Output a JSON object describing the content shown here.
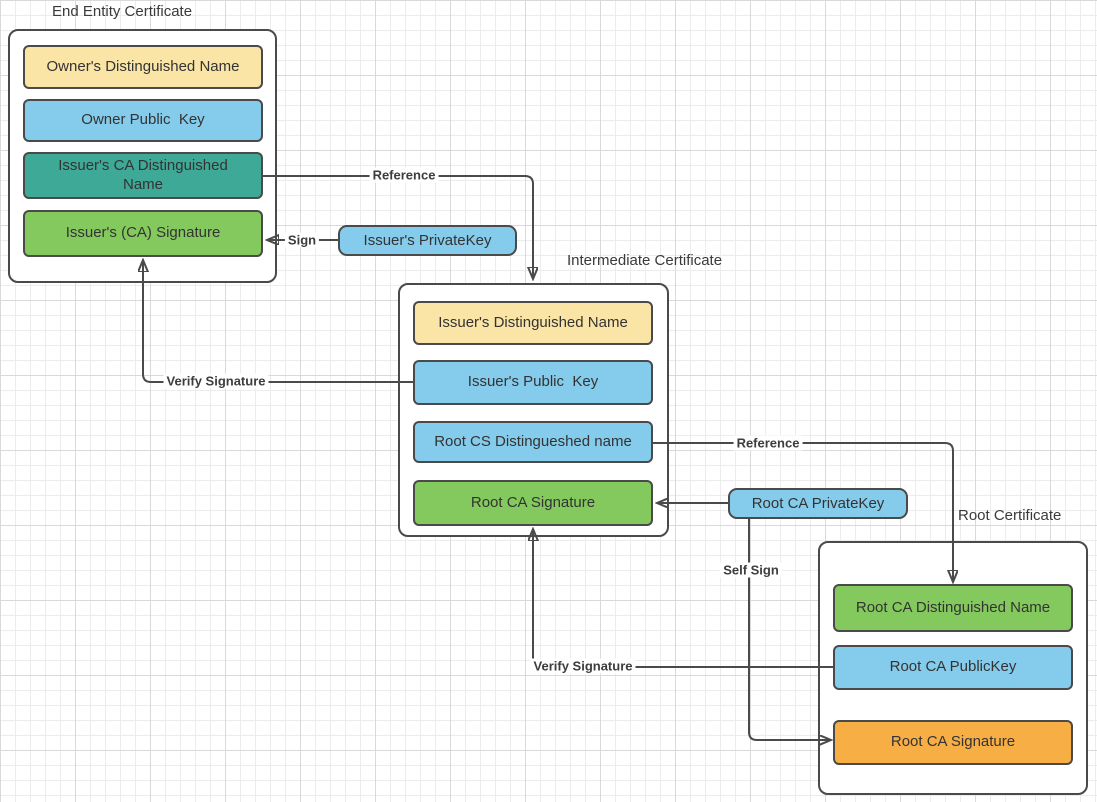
{
  "colors": {
    "yellow": "#FAE5A6",
    "blue": "#85CBEB",
    "teal": "#3EA996",
    "green": "#84C95D",
    "orange": "#F7AE45",
    "line": "#4A4A4A",
    "text": "#3A3A3A",
    "grid-minor": "#ECECEC",
    "grid-major": "#D9D9D9"
  },
  "certificates": [
    {
      "title": "End Entity Certificate",
      "fields": [
        {
          "label": "Owner's Distinguished Name",
          "color": "yellow"
        },
        {
          "label": "Owner Public  Key",
          "color": "blue"
        },
        {
          "label": "Issuer's CA Distinguished Name",
          "color": "teal"
        },
        {
          "label": "Issuer's (CA) Signature",
          "color": "green"
        }
      ]
    },
    {
      "title": "Intermediate Certificate",
      "fields": [
        {
          "label": "Issuer's Distinguished Name",
          "color": "yellow"
        },
        {
          "label": "Issuer's Public  Key",
          "color": "blue"
        },
        {
          "label": "Root CS Distingueshed name",
          "color": "blue"
        },
        {
          "label": "Root CA Signature",
          "color": "green"
        }
      ]
    },
    {
      "title": "Root Certificate",
      "fields": [
        {
          "label": "Root CA Distinguished Name",
          "color": "green"
        },
        {
          "label": "Root CA PublicKey",
          "color": "blue"
        },
        {
          "label": "Root CA Signature",
          "color": "orange"
        }
      ]
    }
  ],
  "keys": [
    {
      "label": "Issuer's PrivateKey",
      "color": "blue"
    },
    {
      "label": "Root CA PrivateKey",
      "color": "blue"
    }
  ],
  "connectors": [
    {
      "name": "reference-to-intermediate",
      "label": "Reference"
    },
    {
      "name": "sign",
      "label": "Sign"
    },
    {
      "name": "verify-signature-end-entity",
      "label": "Verify Signature"
    },
    {
      "name": "reference-to-root",
      "label": "Reference"
    },
    {
      "name": "self-sign",
      "label": "Self Sign"
    },
    {
      "name": "verify-signature-intermediate",
      "label": "Verify Signature"
    },
    {
      "name": "root-key-signs-intermediate",
      "label": ""
    }
  ]
}
